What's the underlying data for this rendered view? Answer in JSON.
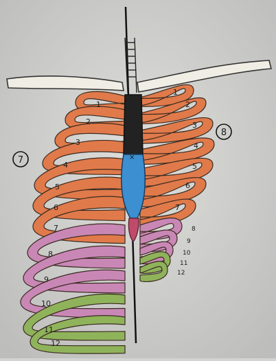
{
  "labels": {
    "left_side_marker": "7",
    "right_side_marker": "8"
  },
  "left_rib_numbers": [
    "1",
    "2",
    "3",
    "4",
    "5",
    "6",
    "7",
    "8",
    "9",
    "10",
    "11",
    "12"
  ],
  "right_rib_numbers": [
    "1",
    "2",
    "3",
    "4",
    "5",
    "6",
    "7",
    "8",
    "9",
    "10",
    "11",
    "12"
  ],
  "colors": {
    "background": "#d3d3d1",
    "true_ribs": "#e07a4a",
    "false_ribs": "#c987b6",
    "floating_ribs": "#8fb35a",
    "manubrium": "#222222",
    "sternum_body": "#3c8fd0",
    "xiphoid": "#c04a6a",
    "clavicle": "#f0eee4"
  }
}
